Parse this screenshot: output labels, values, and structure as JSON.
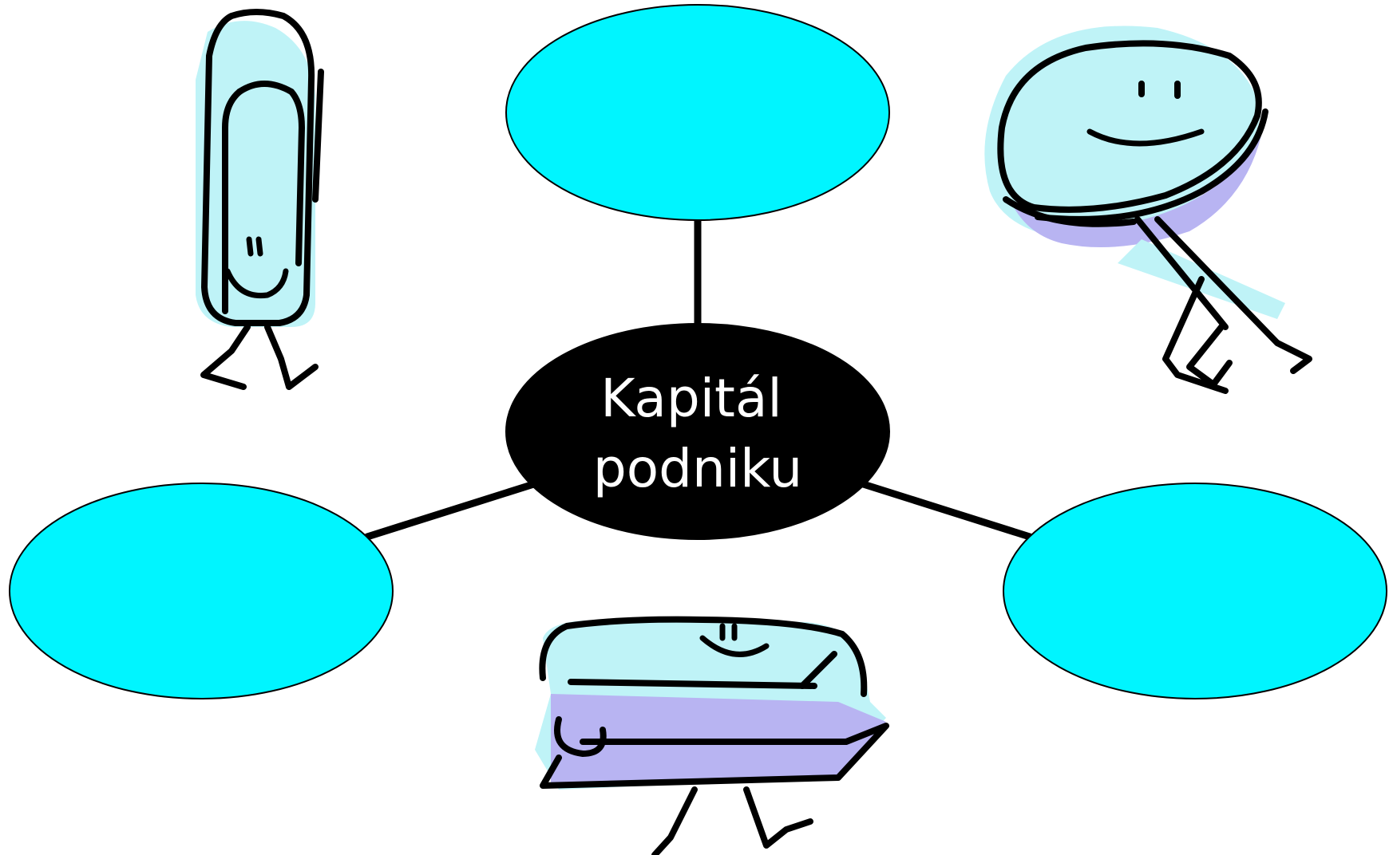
{
  "diagram": {
    "center": {
      "lines": [
        "Kapitál",
        "podniku"
      ]
    },
    "nodes": [
      {
        "id": "top",
        "text": ""
      },
      {
        "id": "left",
        "text": ""
      },
      {
        "id": "right",
        "text": ""
      }
    ],
    "illustrations": [
      "paperclip-character-icon",
      "pushpin-character-icon",
      "stapler-character-icon"
    ],
    "colors": {
      "node_fill": "#00F5FF",
      "center_fill": "#000000",
      "center_text": "#FFFFFF",
      "connector": "#000000",
      "clipart_light": "#BFF3F7",
      "clipart_purple": "#B8B4F2"
    }
  }
}
